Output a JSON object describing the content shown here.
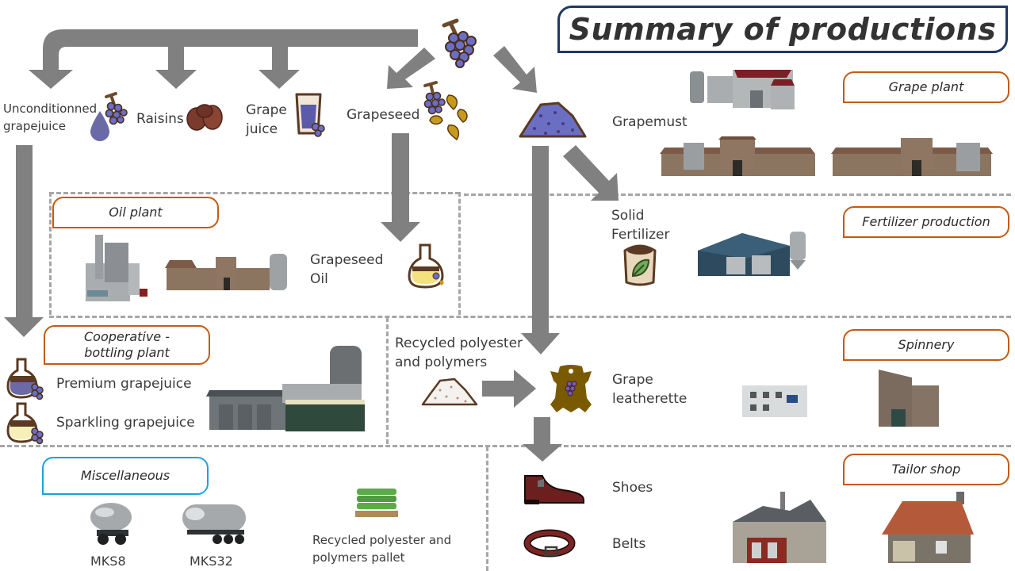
{
  "title": "Summary of productions",
  "colors": {
    "arrow": "#808080",
    "plant_tag_border": "#c55a11",
    "misc_tag_border": "#1ba1e2",
    "title_border": "#1f3864",
    "dashed_line": "#a6a6a6",
    "grape": "#6b6fc4",
    "grapeseed": "#c79a1c",
    "leather": "#7a5a00"
  },
  "source": {
    "name": "Grapes",
    "icon": "grape-bunch-icon"
  },
  "products": {
    "unconditioned_grapejuice": {
      "label": "Unconditionned grapejuice",
      "line1": "Unconditionned",
      "line2": "grapejuice",
      "icon": "grapejuice-drop-icon"
    },
    "raisins": {
      "label": "Raisins",
      "icon": "raisins-icon"
    },
    "grape_juice": {
      "label": "Grape juice",
      "line1": "Grape",
      "line2": "juice",
      "icon": "grape-juice-glass-icon"
    },
    "grapeseed": {
      "label": "Grapeseed",
      "icon": "grapeseed-icon"
    },
    "grapemust": {
      "label": "Grapemust",
      "icon": "grapemust-pile-icon"
    },
    "solid_fertilizer": {
      "label": "Solid Fertilizer",
      "line1": "Solid",
      "line2": "Fertilizer",
      "icon": "fertilizer-bag-icon"
    },
    "grapeseed_oil": {
      "label": "Grapeseed Oil",
      "line1": "Grapeseed",
      "line2": "Oil",
      "icon": "oil-flask-icon"
    },
    "premium_grapejuice": {
      "label": "Premium grapejuice",
      "icon": "premium-flask-icon"
    },
    "sparkling_grapejuice": {
      "label": "Sparkling grapejuice",
      "icon": "sparkling-flask-icon"
    },
    "recycled_polyester": {
      "label": "Recycled polyester and polymers",
      "line1": "Recycled polyester",
      "line2": "and polymers",
      "icon": "polyester-pile-icon"
    },
    "grape_leatherette": {
      "label": "Grape leatherette",
      "line1": "Grape",
      "line2": "leatherette",
      "icon": "leatherette-hide-icon"
    },
    "shoes": {
      "label": "Shoes",
      "icon": "shoe-icon"
    },
    "belts": {
      "label": "Belts",
      "icon": "belt-icon"
    }
  },
  "productions": [
    {
      "id": "grape_plant",
      "label": "Grape plant",
      "buildings": 3
    },
    {
      "id": "oil_plant",
      "label": "Oil plant",
      "buildings": 2
    },
    {
      "id": "fertilizer_production",
      "label": "Fertilizer production",
      "buildings": 1
    },
    {
      "id": "cooperative_bottling",
      "label": "Cooperative - bottling plant",
      "line1": "Cooperative -",
      "line2": "bottling plant",
      "buildings": 1
    },
    {
      "id": "spinnery",
      "label": "Spinnery",
      "buildings": 2
    },
    {
      "id": "tailor_shop",
      "label": "Tailor shop",
      "buildings": 2
    },
    {
      "id": "miscellaneous",
      "label": "Miscellaneous"
    }
  ],
  "miscellaneous": {
    "items": [
      {
        "label": "MKS8",
        "icon": "tanker-trailer-small-icon"
      },
      {
        "label": "MKS32",
        "icon": "tanker-semitrailer-icon"
      },
      {
        "label": "Recycled polyester and polymers pallet",
        "line1": "Recycled polyester and",
        "line2": "polymers pallet",
        "icon": "pallet-icon"
      }
    ]
  }
}
